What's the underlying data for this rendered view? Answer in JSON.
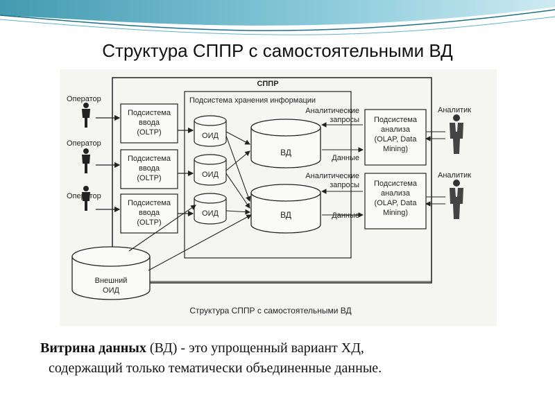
{
  "slide": {
    "title": "Структура СППР с самостоятельными ВД",
    "definition": {
      "term": "Витрина данных",
      "abbr": " (ВД) - ",
      "text1": " это упрощенный вариант ХД,",
      "text2": "содержащий только тематически объединенные данные."
    }
  },
  "diagram": {
    "sppr_label": "СППР",
    "storage_label": "Подсистема хранения информации",
    "operator_label": "Оператор",
    "analyst_label": "Аналитик",
    "input_line1": "Подсистема",
    "input_line2": "ввода",
    "input_line3": "(OLTP)",
    "oid_label": "ОИД",
    "vd_label": "ВД",
    "queries_line1": "Аналитические",
    "queries_line2": "запросы",
    "data_label": "Данные",
    "analysis_line1": "Подсистема",
    "analysis_line2": "анализа",
    "analysis_line3": "(OLAP, Data",
    "analysis_line4": "Mining)",
    "external_line1": "Внешний",
    "external_line2": "ОИД",
    "caption": "Структура СППР с самостоятельными ВД"
  },
  "colors": {
    "wave_dark": "#2f8fa8",
    "wave_light": "#7fc6d8",
    "figure_bg": "#f5f5f2",
    "ink": "#222222"
  }
}
